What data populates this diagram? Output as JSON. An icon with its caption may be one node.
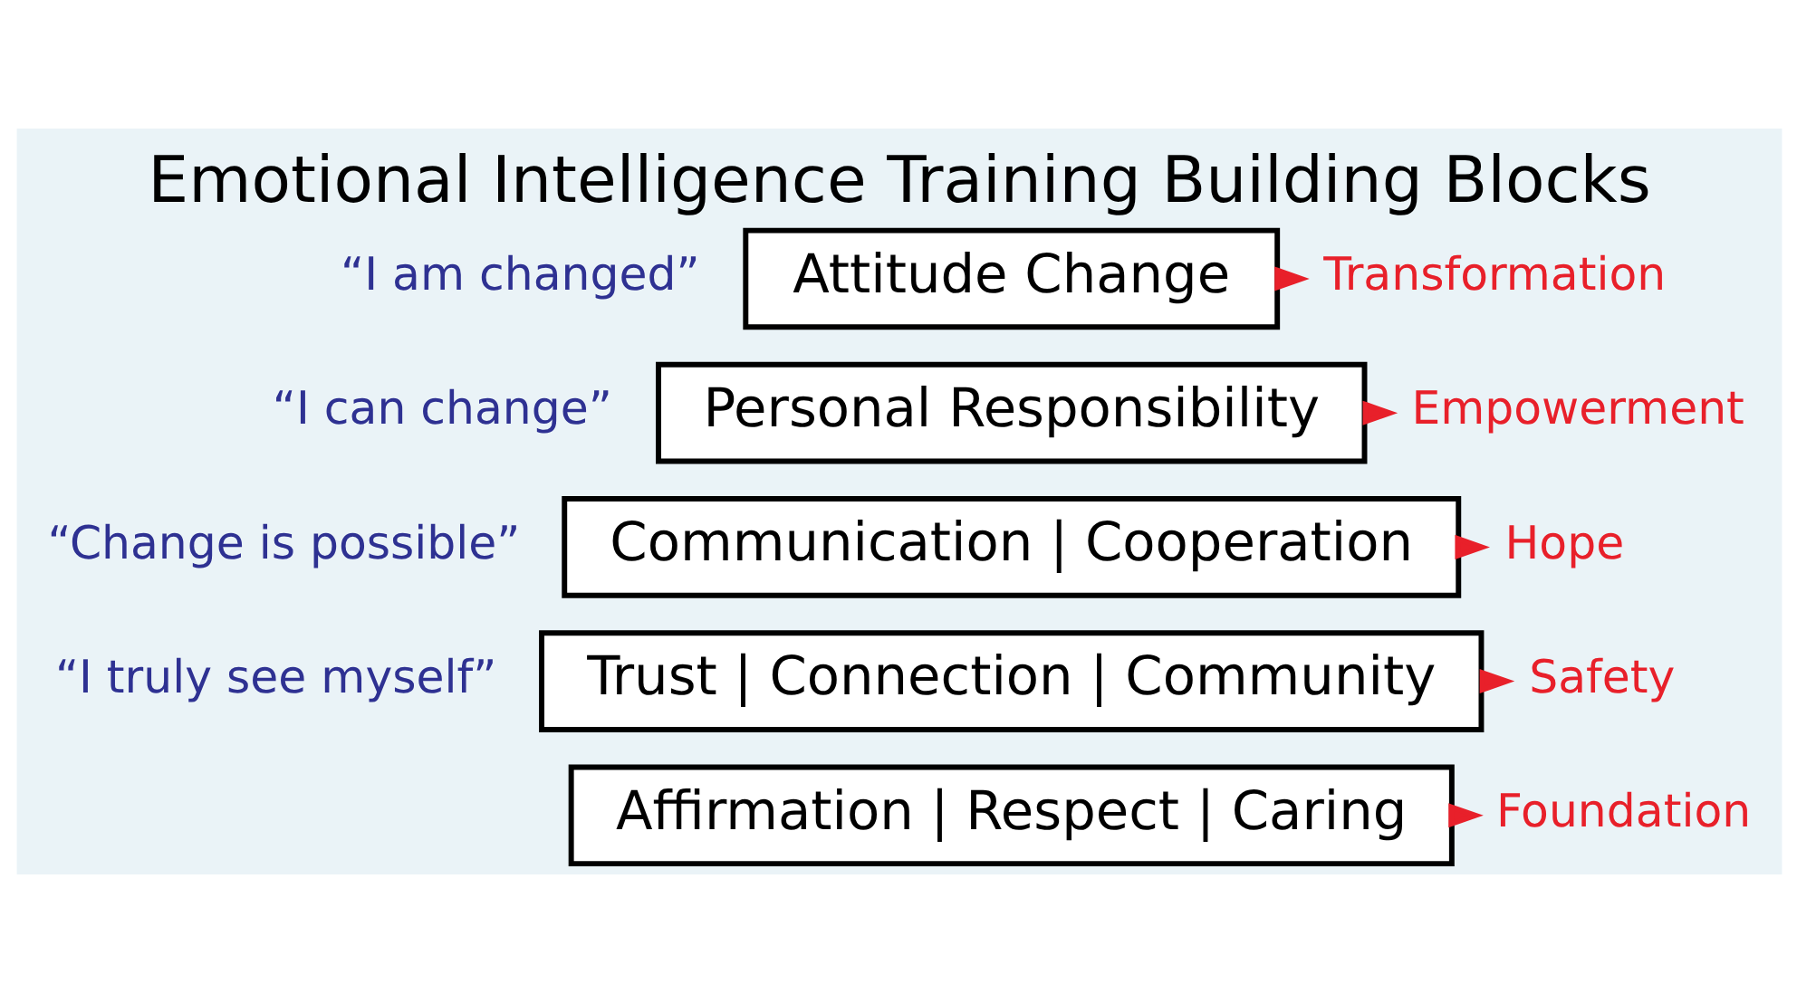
{
  "diagram": {
    "title": "Emotional Intelligence Training Building Blocks",
    "nodes": [
      {
        "text": [
          "Attitude Change"
        ],
        "beside": [
          "“I am changed”"
        ]
      },
      {
        "text": [
          "Transformation"
        ]
      },
      {
        "text": [
          "Personal Responsibility"
        ],
        "beside": [
          "“I can change”"
        ]
      },
      {
        "text": [
          "Empowerment"
        ]
      },
      {
        "text": [
          "Communication | Cooperation"
        ],
        "beside": [
          "“Change is possible”"
        ]
      },
      {
        "text": [
          "Hope"
        ]
      },
      {
        "text": [
          "Trust | Connection | Community"
        ],
        "beside": [
          "“I truly see myself”"
        ]
      },
      {
        "text": [
          "Safety"
        ]
      },
      {
        "text": [
          "Affirmation | Respect | Caring"
        ]
      },
      {
        "text": [
          "Foundation"
        ]
      }
    ],
    "edges": [
      {
        "from": 0,
        "to": 1,
        "arrow": "to",
        "color": "#e8202a"
      },
      {
        "from": 2,
        "to": 3,
        "arrow": "to",
        "color": "#e8202a"
      },
      {
        "from": 4,
        "to": 5,
        "arrow": "to",
        "color": "#e8202a"
      },
      {
        "from": 6,
        "to": 7,
        "arrow": "to",
        "color": "#e8202a"
      },
      {
        "from": 8,
        "to": 9,
        "arrow": "to",
        "color": "#e8202a"
      }
    ]
  }
}
